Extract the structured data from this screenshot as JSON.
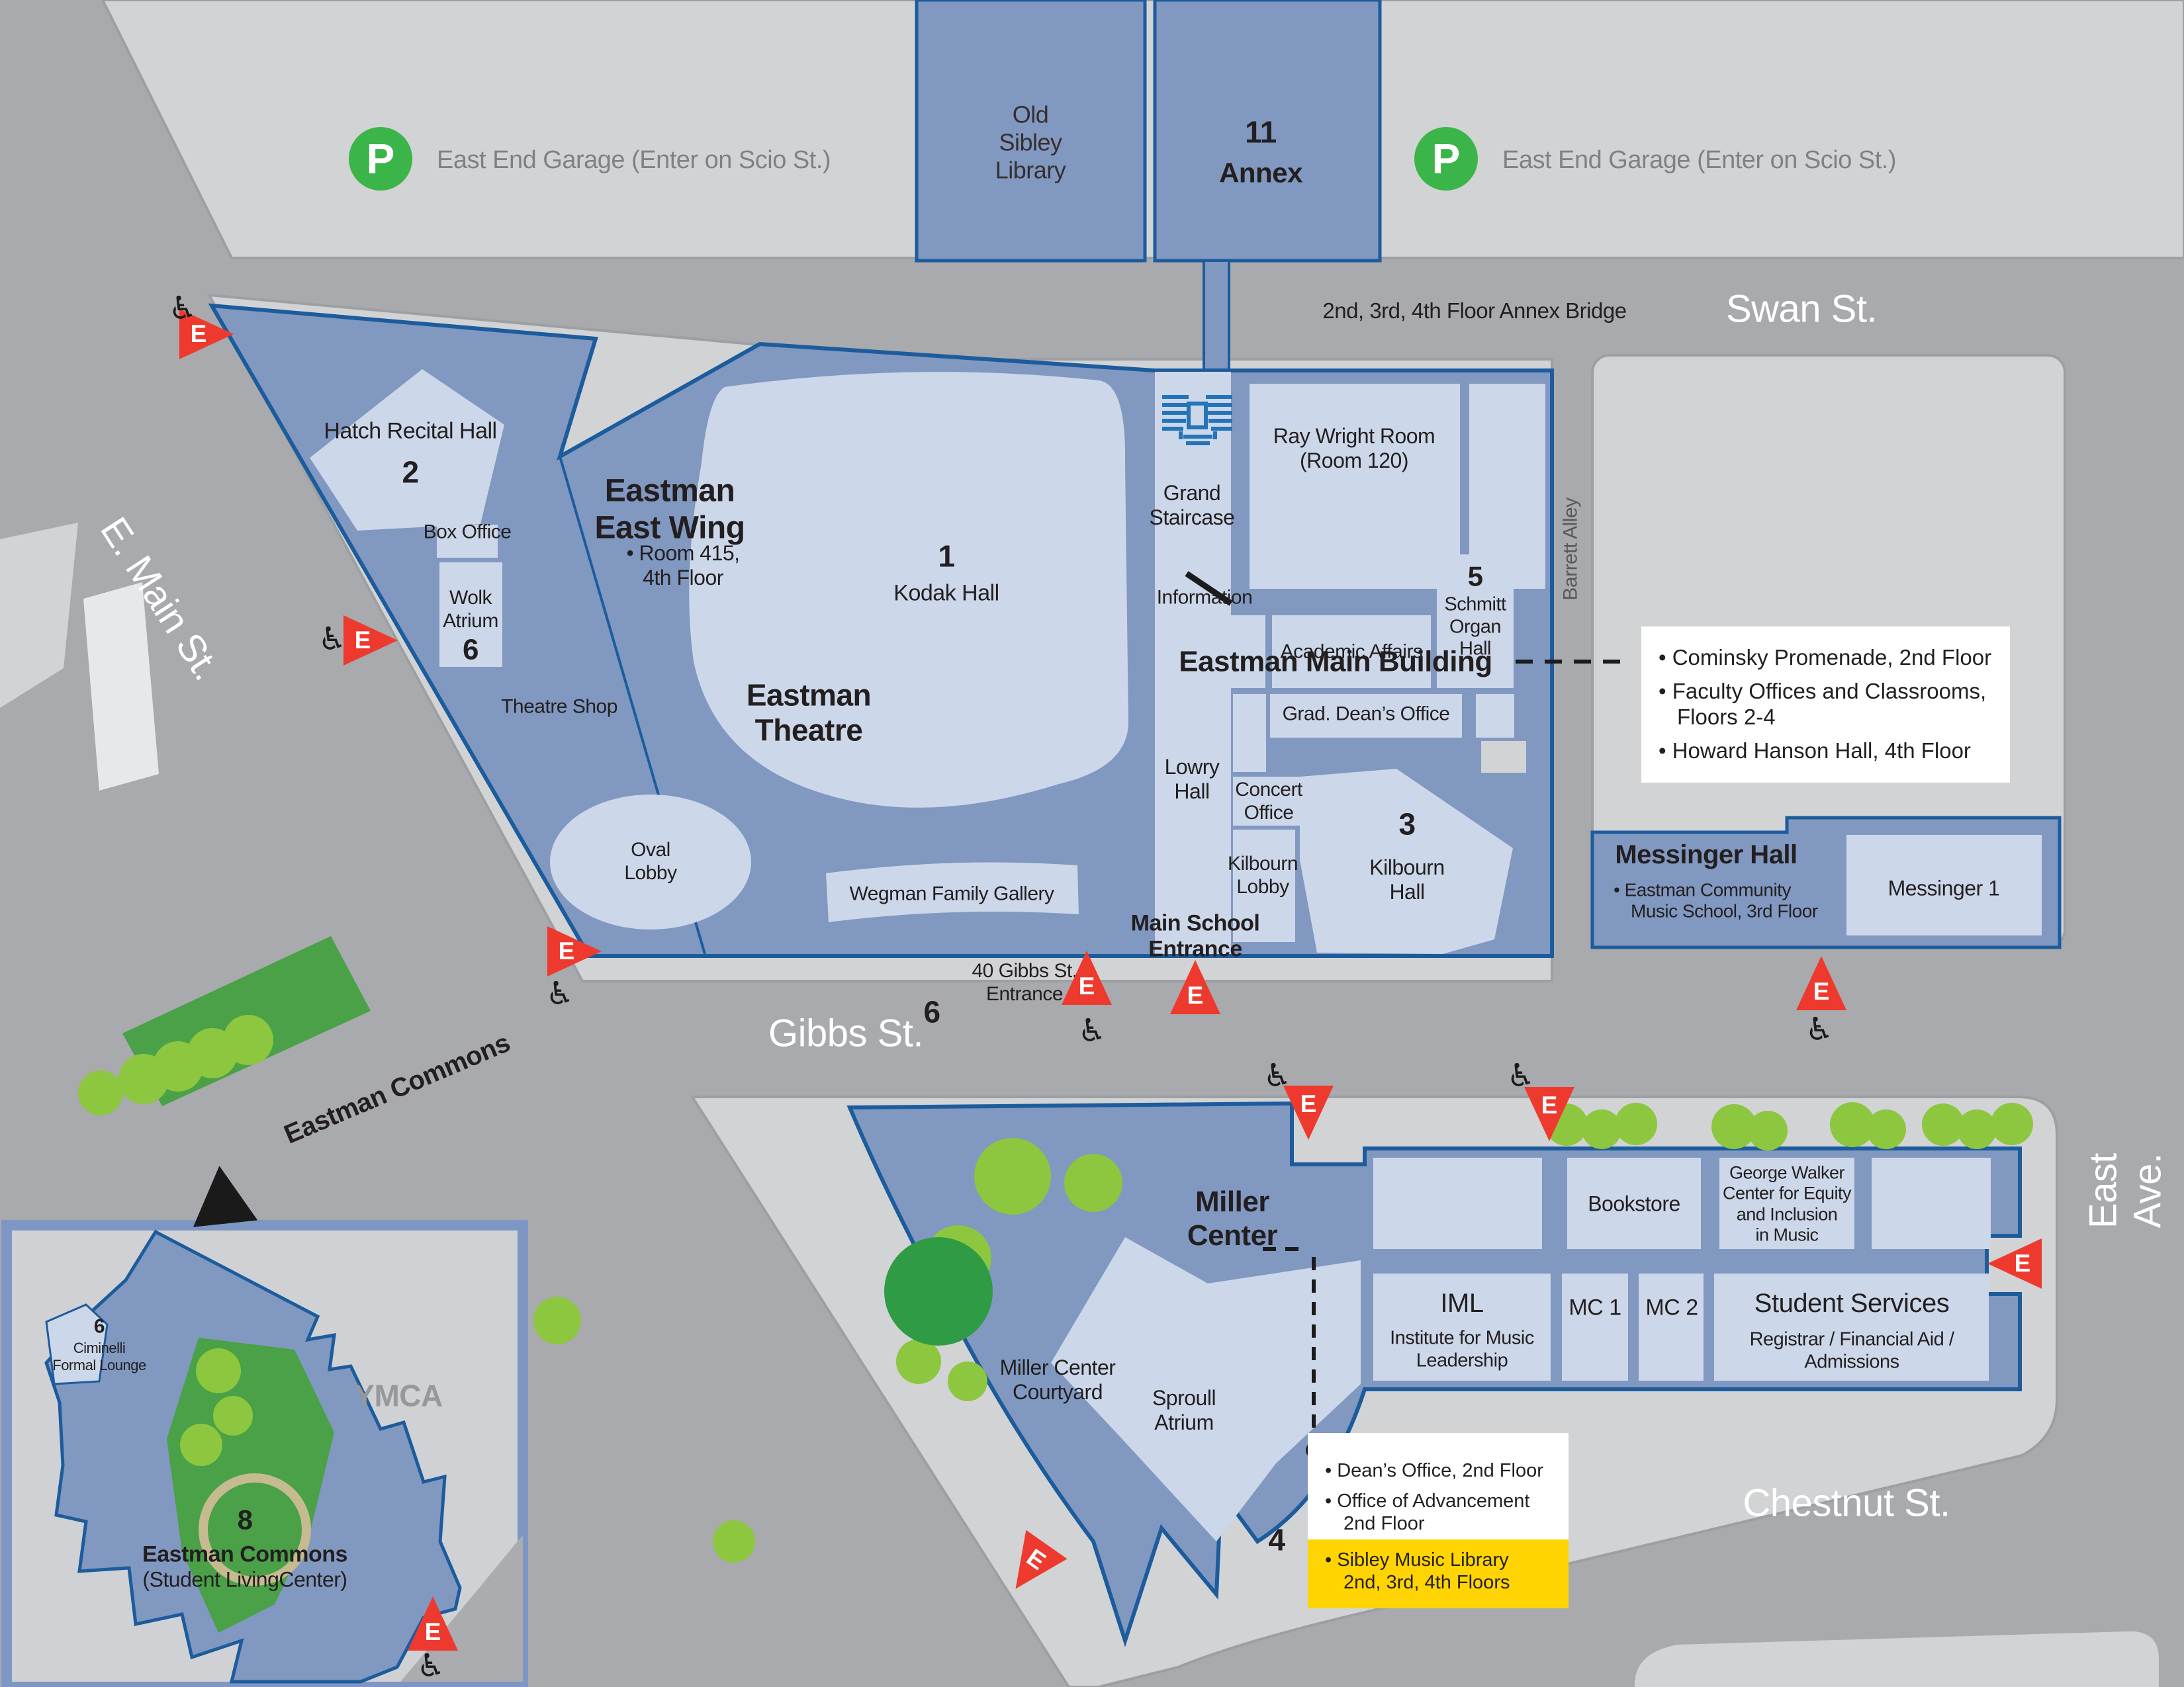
{
  "garage": {
    "p": "P",
    "label": "East End Garage (Enter on Scio St.)"
  },
  "streets": {
    "swan": "Swan St.",
    "e_main": "E. Main St.",
    "gibbs": "Gibbs St.",
    "gibbs_number": "6",
    "chestnut": "Chestnut St.",
    "east_ave": "East Ave.",
    "barrett": "Barrett Alley",
    "eastman_commons": "Eastman Commons",
    "annex_bridge": "2nd, 3rd, 4th Floor Annex Bridge"
  },
  "buildings": {
    "old_sibley": "Old\nSibley\nLibrary",
    "annex": {
      "number": "11",
      "name": "Annex"
    },
    "hatch": {
      "name": "Hatch Recital Hall",
      "number": "2"
    },
    "east_wing": {
      "name": "Eastman\nEast Wing",
      "note": "• Room 415,\n4th Floor"
    },
    "box_office": "Box Office",
    "wolk": {
      "name": "Wolk\nAtrium",
      "number": "6"
    },
    "theatre_shop": "Theatre Shop",
    "eastman_theatre": "Eastman\nTheatre",
    "kodak": {
      "number": "1",
      "name": "Kodak Hall"
    },
    "oval": "Oval\nLobby",
    "wegman": "Wegman Family Gallery",
    "grand_staircase": "Grand\nStaircase",
    "information": "Information",
    "ray_wright": "Ray Wright Room\n(Room 120)",
    "academic_affairs": "Academic Affairs",
    "schmitt": {
      "number": "5",
      "name": "Schmitt\nOrgan\nHall"
    },
    "main_building": "Eastman Main Building",
    "grad_dean": "Grad. Dean’s Office",
    "lowry": "Lowry\nHall",
    "concert_office": "Concert\nOffice",
    "kilbourn_lobby": "Kilbourn\nLobby",
    "kilbourn_hall": {
      "number": "3",
      "name": "Kilbourn\nHall"
    },
    "main_entrance": "Main School\nEntrance",
    "gibbs_entrance": "40 Gibbs St.\nEntrance",
    "messinger": {
      "name": "Messinger Hall",
      "note": "• Eastman Community\nMusic School, 3rd Floor",
      "room": "Messinger 1"
    },
    "miller": {
      "name": "Miller\nCenter",
      "courtyard": "Miller Center\nCourtyard",
      "sproull": "Sproull\nAtrium",
      "number": "4"
    },
    "iml": {
      "abbr": "IML",
      "name": "Institute for Music\nLeadership"
    },
    "mc1": "MC 1",
    "mc2": "MC 2",
    "student_services": {
      "name": "Student Services",
      "sub": "Registrar / Financial Aid /\nAdmissions"
    },
    "bookstore": "Bookstore",
    "george_walker": "George Walker\nCenter for Equity\nand Inclusion\nin Music"
  },
  "callouts": {
    "main_building": [
      "• Cominsky Promenade, 2nd Floor",
      "• Faculty Offices and Classrooms,\nFloors 2-4",
      "• Howard Hanson Hall, 4th Floor"
    ],
    "miller_white": [
      "• Dean’s Office, 2nd Floor",
      "• Office of Advancement\n2nd Floor"
    ],
    "miller_highlight": "• Sibley Music Library\n2nd, 3rd, 4th Floors"
  },
  "inset": {
    "ciminelli": {
      "number": "6",
      "name": "Ciminelli",
      "sub": "Formal Lounge"
    },
    "ymca": "YMCA",
    "commons": {
      "number": "8",
      "name": "Eastman Commons",
      "sub": "(Student LivingCenter)"
    }
  },
  "icons": {
    "entrance": "E",
    "parking": "P",
    "wheelchair": "♿"
  },
  "colors": {
    "building_blue": "#8198c1",
    "room_blue": "#ccd7e9",
    "outline_blue": "#1d5c9c",
    "street_gray": "#a8aaad",
    "lot_gray": "#d2d3d5",
    "entrance_red": "#ee3a2e",
    "parking_green": "#3bb54a",
    "highlight_yellow": "#ffd400",
    "tree_light_green": "#8dc63f",
    "tree_dark_green": "#2f9b44",
    "park_green": "#4aa147",
    "staircase_blue": "#2374b9"
  }
}
